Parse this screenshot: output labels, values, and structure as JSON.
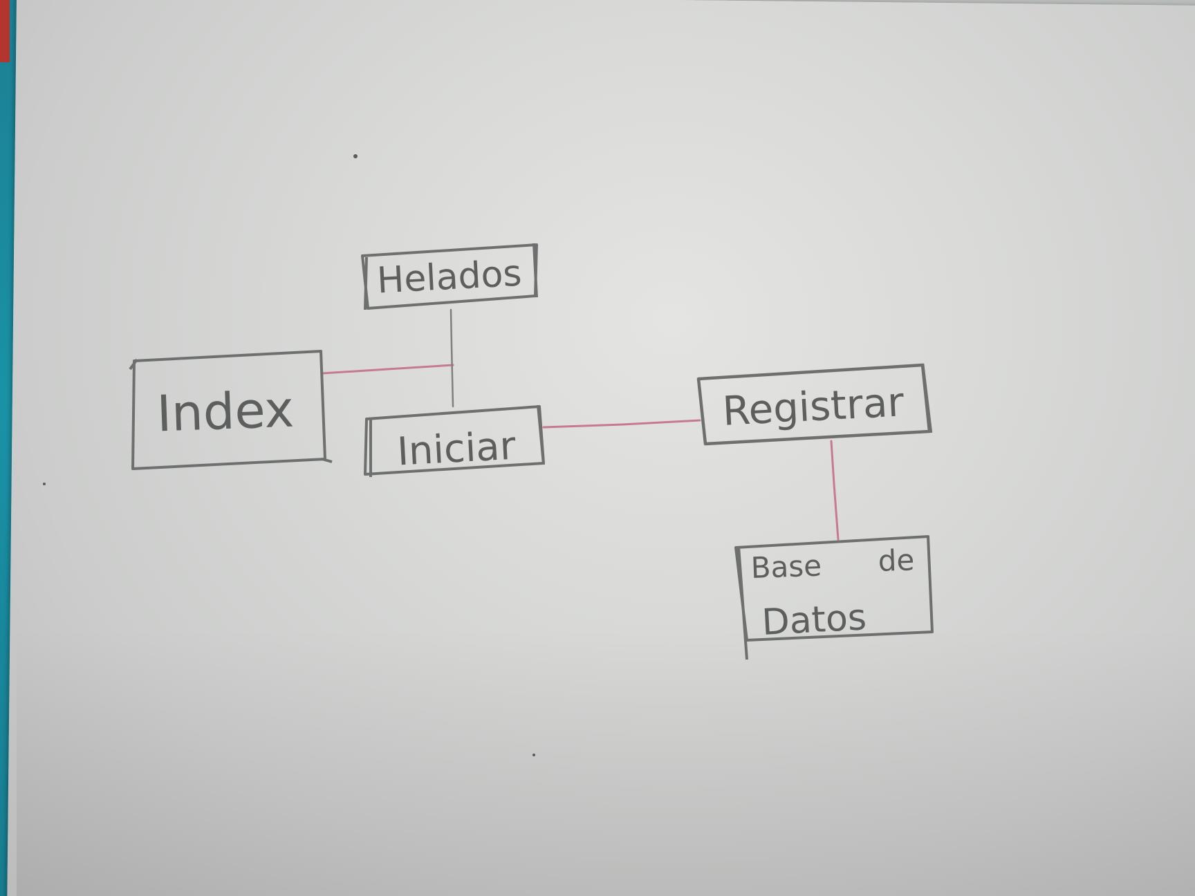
{
  "diagram": {
    "nodes": {
      "helados": {
        "label": "Helados"
      },
      "index": {
        "label": "Index"
      },
      "iniciar": {
        "label": "Iniciar"
      },
      "registrar": {
        "label": "Registrar"
      },
      "base_de_datos": {
        "line1": "Base",
        "line2": "de",
        "line3": "Datos"
      }
    },
    "edges": [
      {
        "from": "index",
        "to": "helados"
      },
      {
        "from": "helados",
        "to": "iniciar"
      },
      {
        "from": "iniciar",
        "to": "registrar"
      },
      {
        "from": "registrar",
        "to": "base_de_datos"
      }
    ],
    "colors": {
      "box_stroke": "#6e706f",
      "text": "#5d5f5e",
      "connector": "#c77a8f",
      "paper": "#dcdcda",
      "table": "#1a8ea2"
    }
  }
}
